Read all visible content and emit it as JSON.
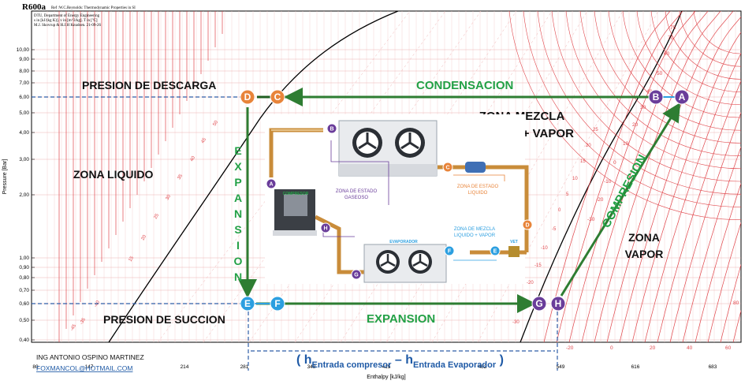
{
  "header": {
    "title": "R600a",
    "subtitle": "Ref :W.C.Reynolds: Thermodynamic Properties in SI",
    "info": [
      "DTU, Department of Energy Engineering",
      "s in [kJ/(kg K)]. v in [m^3/kg]. T in [ºC]",
      "M.J. Skovrup & H.J.H Knudsen. 21-09-26"
    ]
  },
  "axes": {
    "ylabel": "Pressure [Bar]",
    "xlabel": "Enthalpy [kJ/kg]",
    "yticks": [
      "10,00",
      "9,00",
      "8,00",
      "7,00",
      "6,00",
      "5,00",
      "4,00",
      "3,00",
      "2,00",
      "1,00",
      "0,90",
      "0,80",
      "0,70",
      "0,60",
      "0,50",
      "0,40"
    ],
    "xticks": [
      "80",
      "147",
      "214",
      "281",
      "348",
      "415",
      "482",
      "549",
      "616",
      "683"
    ],
    "temp_scale_right": [
      "-30",
      "-20",
      "-10",
      "0",
      "10",
      "20",
      "30",
      "40",
      "50",
      "60",
      "70",
      "75",
      "80"
    ],
    "temp_scale_bottom": [
      "-20",
      "0",
      "20",
      "40",
      "60"
    ],
    "temp_scale_vapor": [
      "-30",
      "-25",
      "-20",
      "-15",
      "-10",
      "-5",
      "0",
      "5",
      "10",
      "15",
      "20",
      "25"
    ],
    "temp_scale_liquid": [
      "-45",
      "-35",
      "-40",
      "15",
      "20",
      "25",
      "30",
      "35",
      "40",
      "45",
      "50"
    ]
  },
  "labels": {
    "discharge_pressure": "PRESION DE DESCARGA",
    "suction_pressure": "PRESION DE SUCCION",
    "condensation": "CONDENSACION",
    "expansion": "EXPANSION",
    "compression": "COMPRESION",
    "mixture_zone_1": "ZONA MEZCLA",
    "mixture_zone_2": "LIQUIDO + VAPOR",
    "liquid_zone": "ZONA LIQUIDO",
    "vapor_zone_1": "ZONA",
    "vapor_zone_2": "VAPOR",
    "expansion_vertical": [
      "E",
      "X",
      "P",
      "A",
      "N",
      "S",
      "I",
      "O",
      "N"
    ]
  },
  "formula": {
    "open": "( h",
    "sub1": "Entrada compresor",
    "minus": " – h",
    "sub2": "Entrada Evaporador",
    "close": " )"
  },
  "points": {
    "A": "A",
    "B": "B",
    "C": "C",
    "D": "D",
    "E": "E",
    "F": "F",
    "G": "G",
    "H": "H"
  },
  "inset": {
    "gas_zone_1": "ZONA DE ESTADO",
    "gas_zone_2": "GASEOSO",
    "liquid_zone_1": "ZONA DE ESTADO",
    "liquid_zone_2": "LIQUIDO",
    "mix_zone_1": "ZONA DE MEZCLA",
    "mix_zone_2": "LIQUIDO + VAPOR",
    "compressor": "COMPRESOR",
    "evaporator": "EVAPORADOR",
    "valve": "VET"
  },
  "author": {
    "name": "ING ANTONIO OSPINO MARTINEZ",
    "email": "FOXMANCOL@HOTMAIL.COM"
  },
  "colors": {
    "grid_red": "#e0454a",
    "cycle_green": "#2e7d32",
    "label_green": "#22a045",
    "orange_point": "#e8843a",
    "purple_point": "#6a3d9a",
    "blue_point": "#2c9fe0",
    "dash_blue": "#2f5ea8"
  }
}
